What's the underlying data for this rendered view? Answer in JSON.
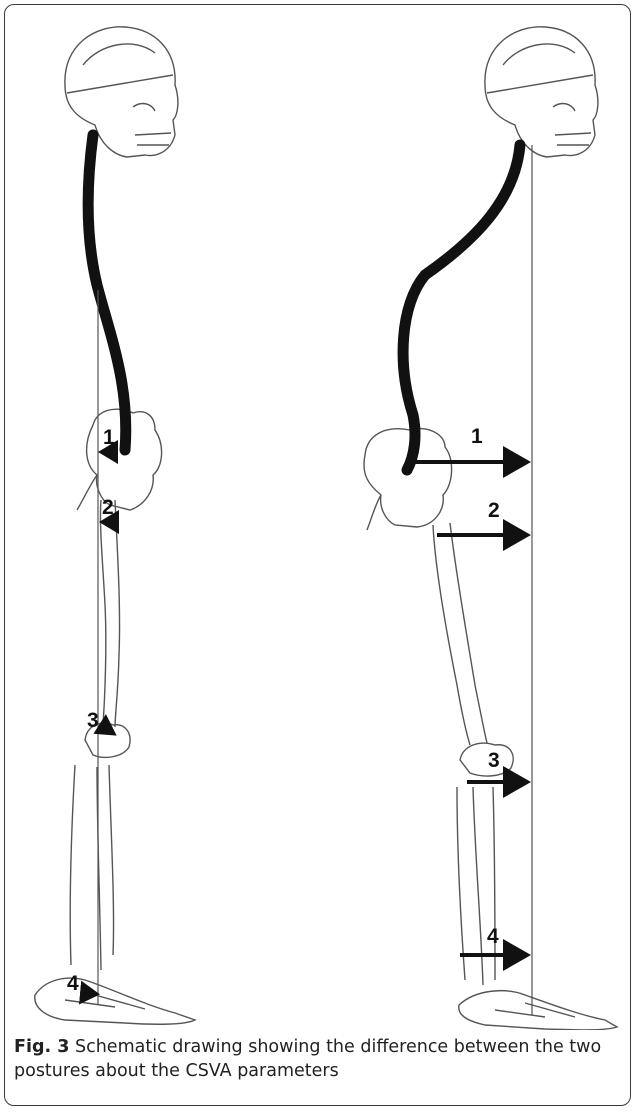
{
  "figure": {
    "left_labels": [
      "1",
      "2",
      "3",
      "4"
    ],
    "right_labels": [
      "1",
      "2",
      "3",
      "4"
    ],
    "caption_label": "Fig. 3",
    "caption_text": "Schematic drawing showing the difference between the two postures about the CSVA parameters"
  }
}
